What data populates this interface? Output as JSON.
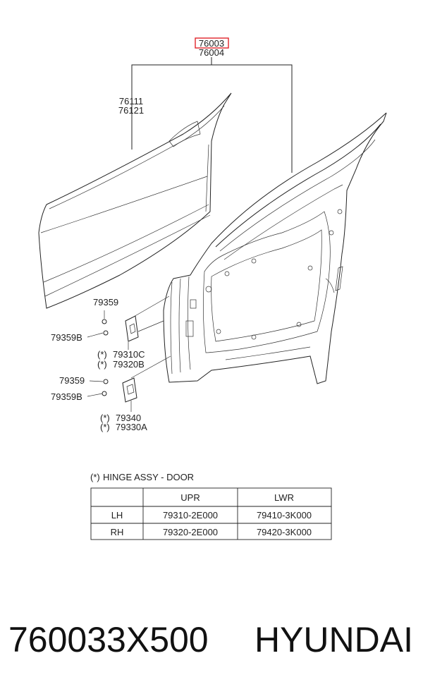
{
  "callouts": {
    "assy_a": "76003",
    "assy_b": "76004",
    "skin_a": "76111",
    "skin_b": "76121",
    "bolt_a1": "79359",
    "bolt_b1": "79359B",
    "hinge_upr_a": "79310C",
    "hinge_upr_b": "79320B",
    "bolt_a2": "79359",
    "bolt_b2": "79359B",
    "hinge_lwr_a": "79340",
    "hinge_lwr_b": "79330A",
    "star_mark": "(*)"
  },
  "hinge_table": {
    "title": "HINGE ASSY - DOOR",
    "headers": [
      "",
      "UPR",
      "LWR"
    ],
    "rows": [
      [
        "LH",
        "79310-2E000",
        "79410-3K000"
      ],
      [
        "RH",
        "79320-2E000",
        "79420-3K000"
      ]
    ]
  },
  "footer": {
    "part_number": "760033X500",
    "brand": "HYUNDAI"
  },
  "colors": {
    "highlight": "#e0242b",
    "line": "#222222"
  }
}
